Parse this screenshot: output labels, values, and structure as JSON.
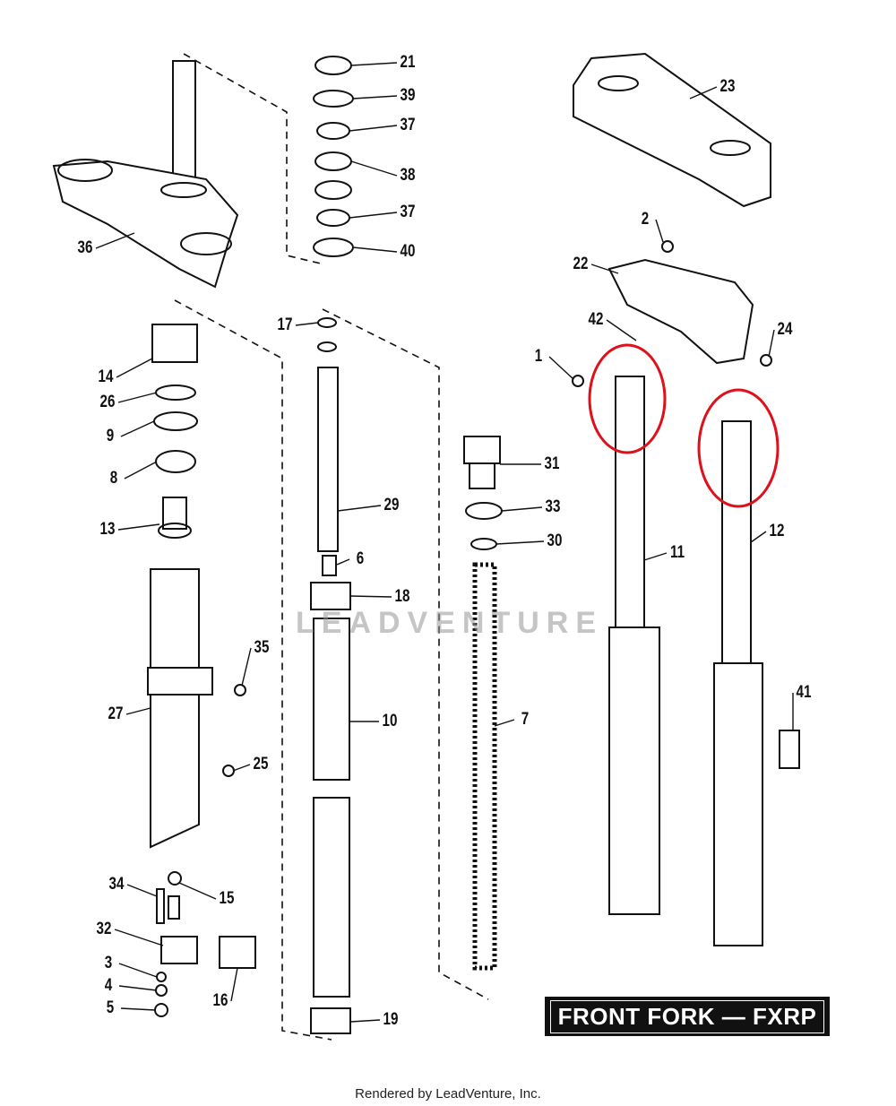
{
  "diagram": {
    "title": "FRONT FORK — FXRP",
    "footer": "Rendered by LeadVenture, Inc.",
    "watermark": "LEADVENTURE",
    "highlight_color": "#e0101a",
    "part_labels": [
      "21",
      "39",
      "37",
      "38",
      "37",
      "40",
      "23",
      "36",
      "2",
      "22",
      "42",
      "24",
      "1",
      "17",
      "14",
      "26",
      "9",
      "8",
      "13",
      "31",
      "29",
      "33",
      "30",
      "6",
      "18",
      "11",
      "12",
      "35",
      "41",
      "27",
      "10",
      "7",
      "25",
      "34",
      "15",
      "32",
      "3",
      "4",
      "5",
      "16",
      "19"
    ]
  }
}
